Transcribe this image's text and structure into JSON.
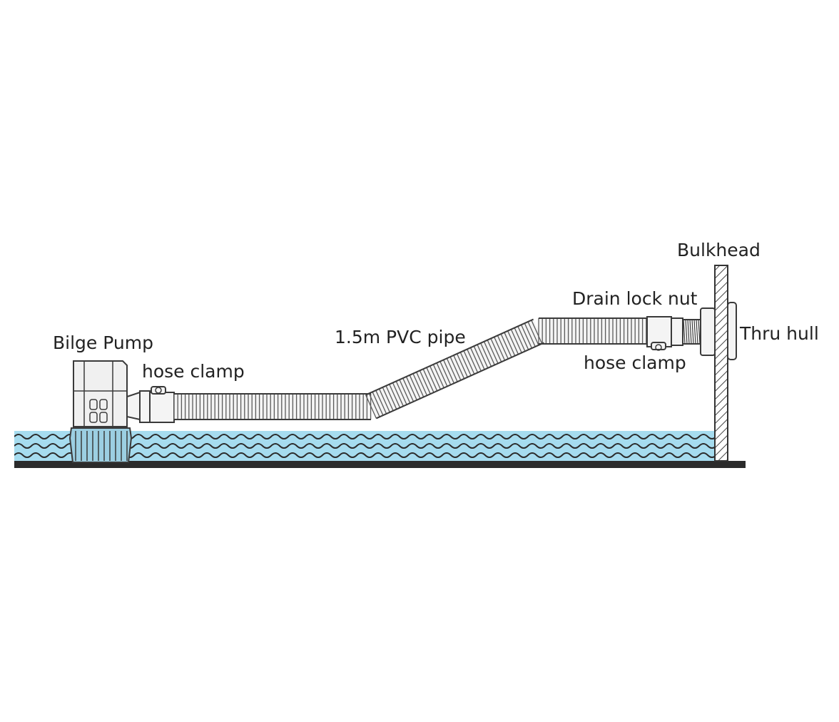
{
  "labels": {
    "bilge_pump": "Bilge Pump",
    "hose_clamp_left": "hose clamp",
    "pvc_pipe": "1.5m PVC pipe",
    "bulkhead": "Bulkhead",
    "drain_lock_nut": "Drain lock nut",
    "thru_hull": "Thru hull",
    "hose_clamp_right": "hose clamp"
  },
  "colors": {
    "water": "#a6dcef",
    "wave_line": "#2b2b2b",
    "floor": "#2b2b2b",
    "outline": "#3a3a3a",
    "part_fill": "#f4f4f4",
    "pump_fill": "#f0f0f0"
  }
}
